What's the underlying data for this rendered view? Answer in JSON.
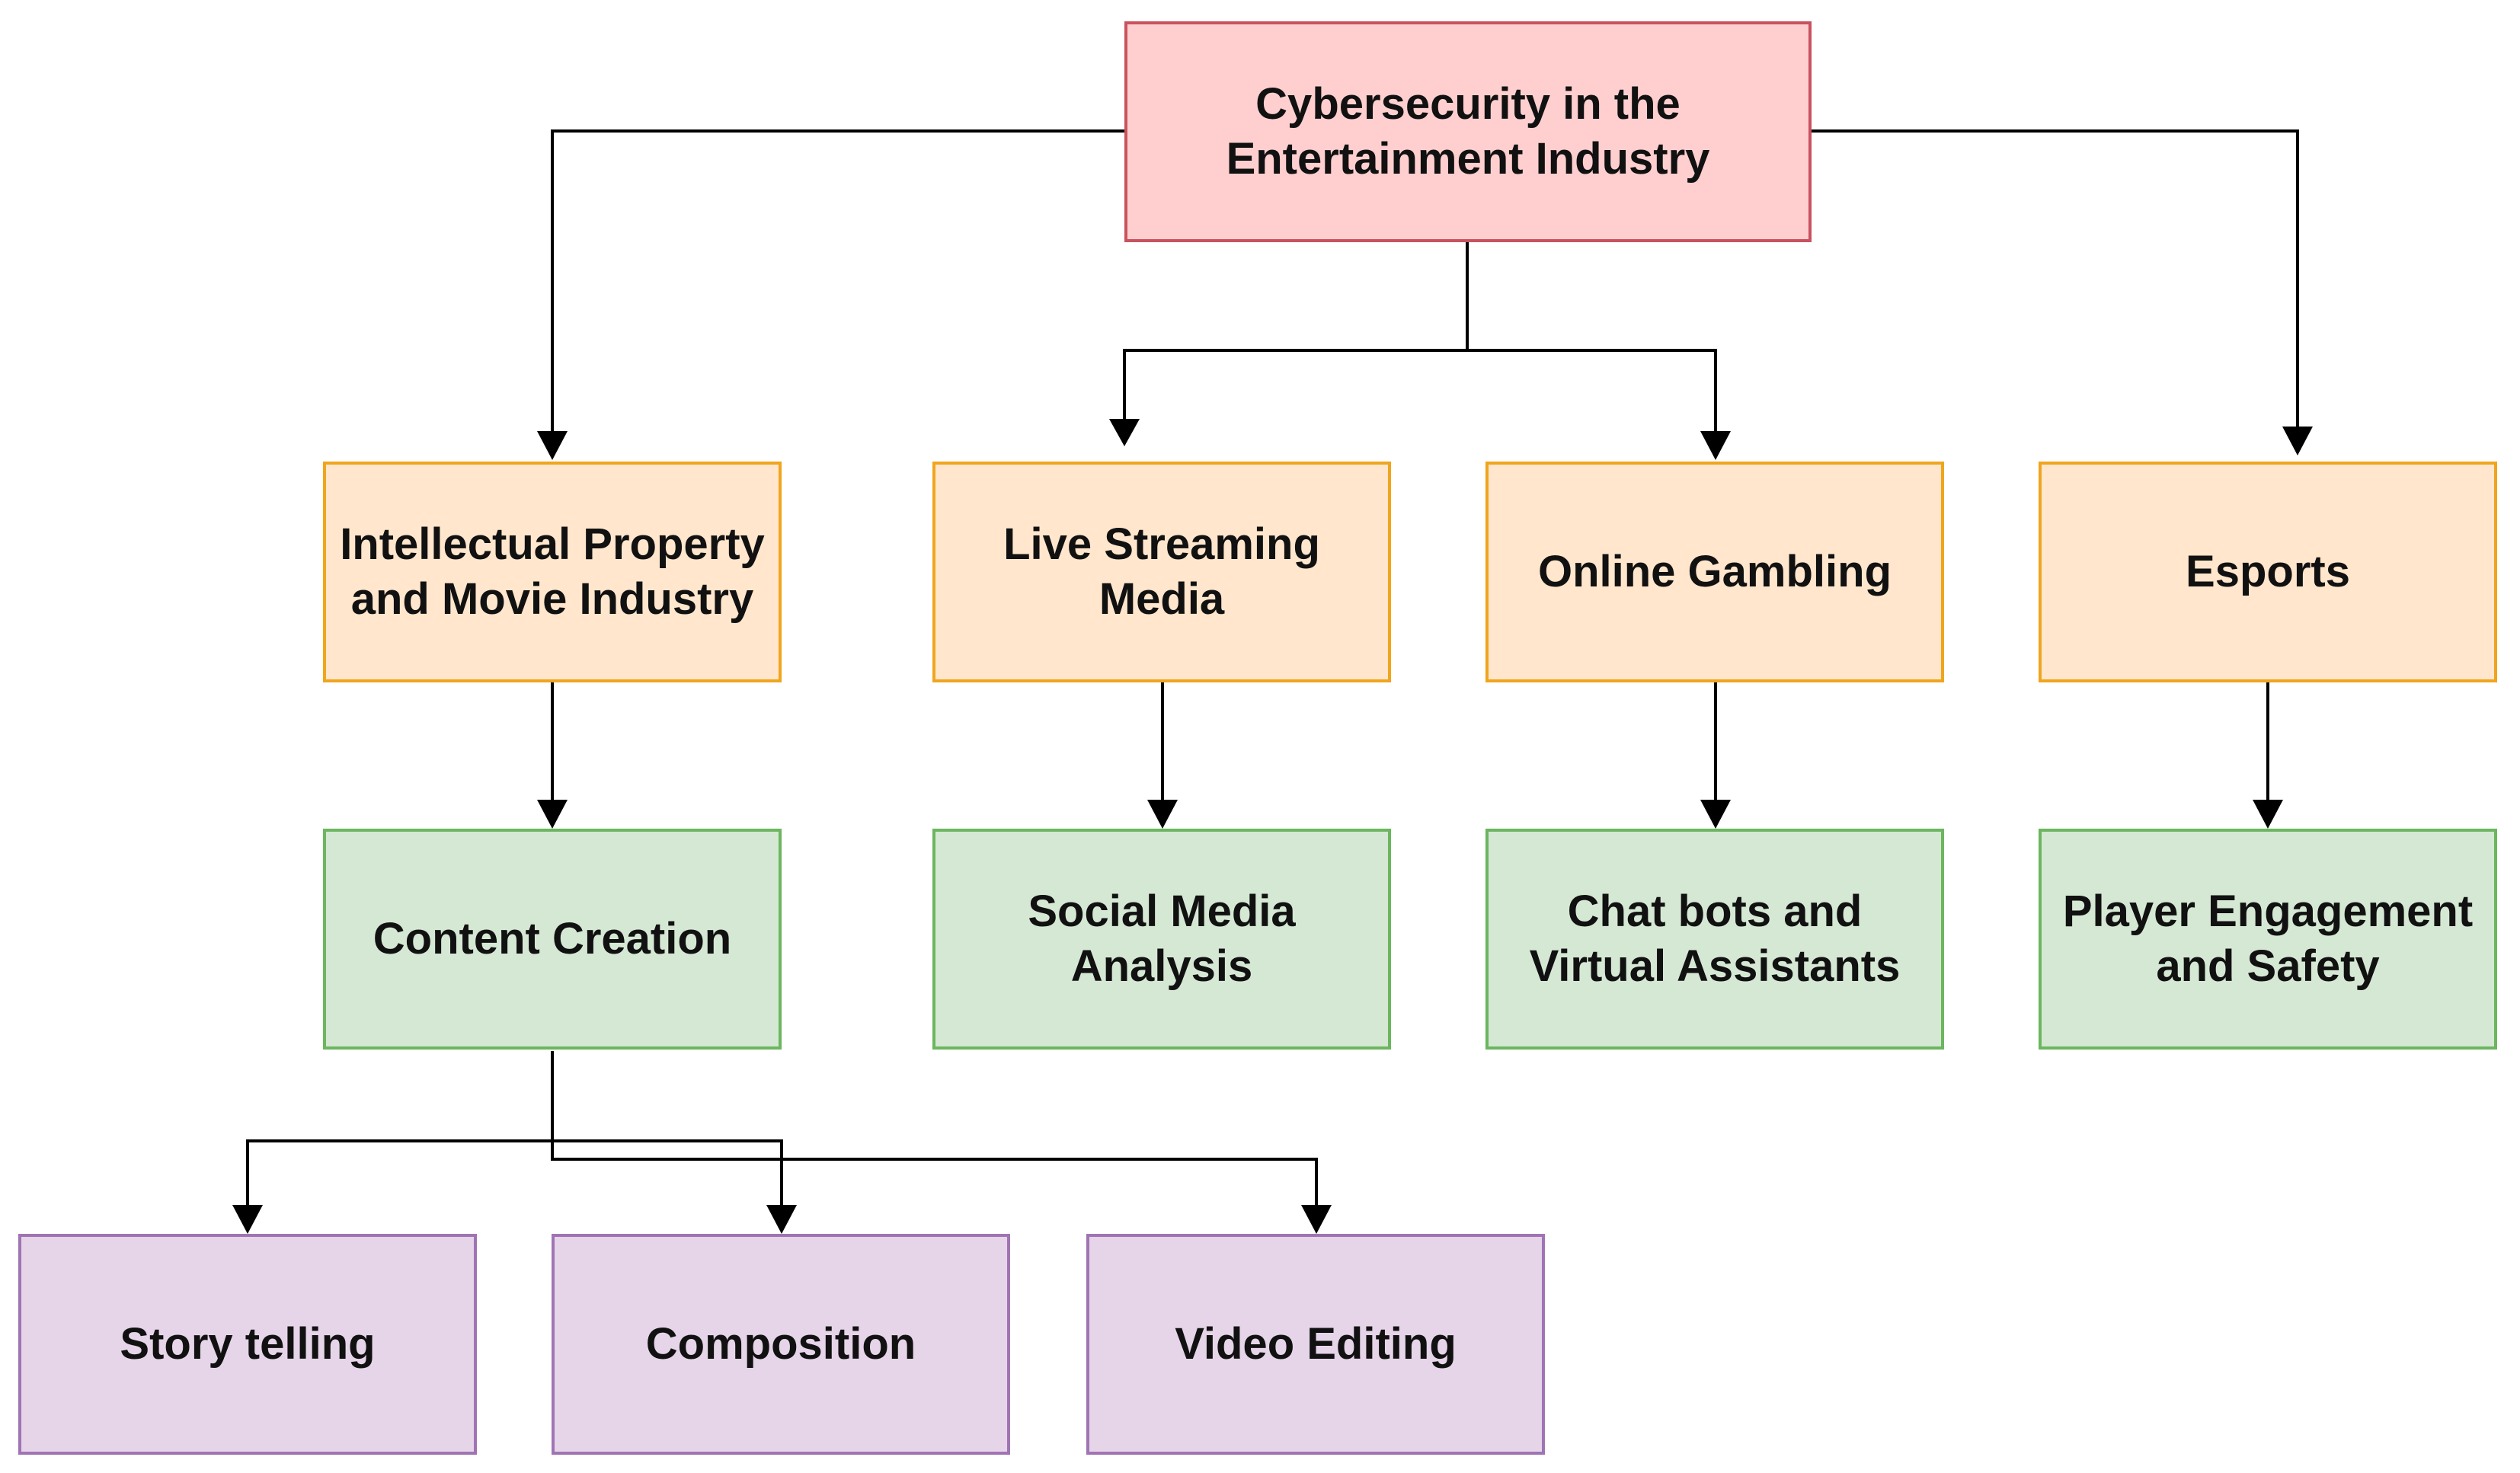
{
  "diagram": {
    "root": {
      "line1": "Cybersecurity in the",
      "line2": "Entertainment Industry"
    },
    "categories": [
      {
        "line1": "Intellectual Property",
        "line2": "and Movie Industry"
      },
      {
        "line1": "Live Streaming",
        "line2": "Media"
      },
      {
        "line1": "Online Gambling",
        "line2": ""
      },
      {
        "line1": "Esports",
        "line2": ""
      }
    ],
    "subtopics": [
      {
        "line1": "Content Creation",
        "line2": ""
      },
      {
        "line1": "Social Media",
        "line2": "Analysis"
      },
      {
        "line1": "Chat bots and",
        "line2": "Virtual Assistants"
      },
      {
        "line1": "Player Engagement",
        "line2": "and Safety"
      }
    ],
    "leaves": [
      {
        "label": "Story telling"
      },
      {
        "label": "Composition"
      },
      {
        "label": "Video Editing"
      }
    ],
    "colors": {
      "root_fill": "#ffcfcf",
      "root_border": "#c9525f",
      "category_fill": "#ffe6cc",
      "category_border": "#f0a51e",
      "subtopic_fill": "#d5e8d4",
      "subtopic_border": "#6bb65f",
      "leaf_fill": "#e6d4e9",
      "leaf_border": "#a074b4",
      "connector": "#000000"
    }
  }
}
